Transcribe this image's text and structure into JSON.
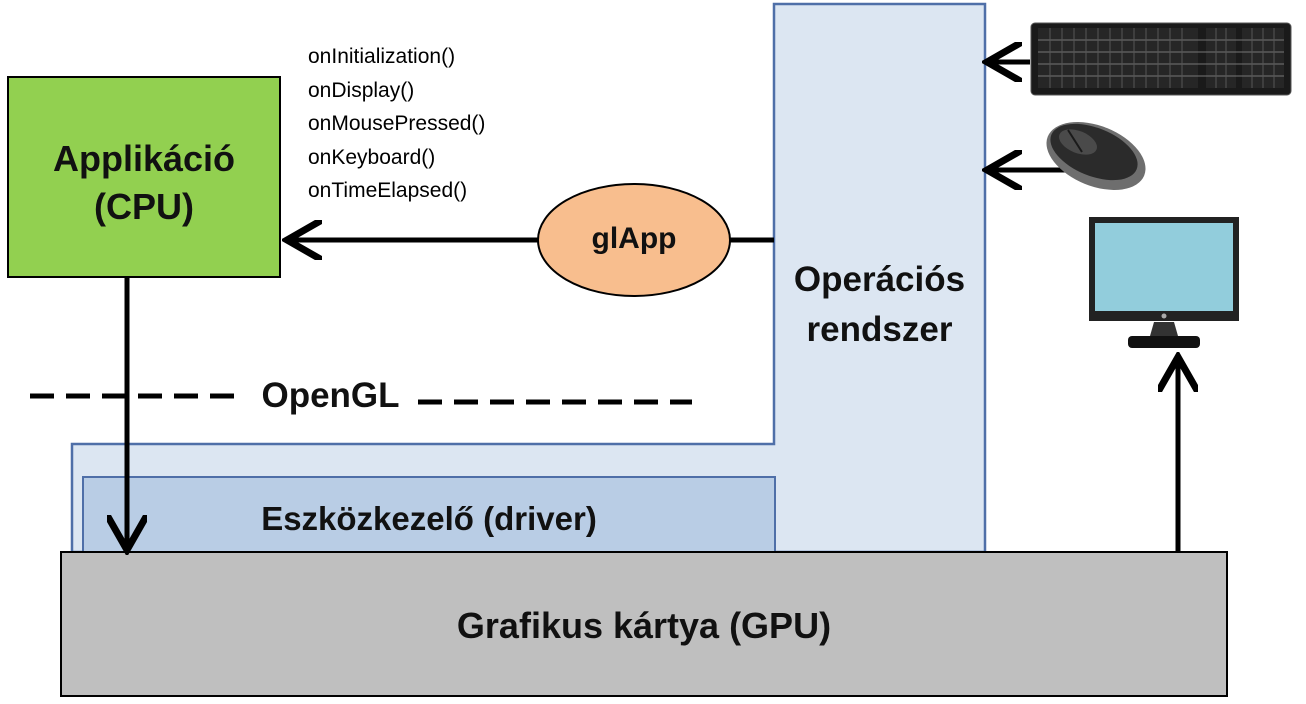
{
  "application": {
    "line1": "Applikáció",
    "line2": "(CPU)"
  },
  "callbacks": [
    "onInitialization()",
    "onDisplay()",
    "onMousePressed()",
    "onKeyboard()",
    "onTimeElapsed()"
  ],
  "glapp": {
    "label": "glApp"
  },
  "os": {
    "line1": "Operációs",
    "line2": "rendszer"
  },
  "opengl": {
    "label": "OpenGL"
  },
  "driver": {
    "label": "Eszközkezelő (driver)"
  },
  "gpu": {
    "label": "Grafikus kártya (GPU)"
  },
  "colors": {
    "application_fill": "#92d050",
    "os_fill": "#dce6f2",
    "driver_fill": "#b9cde5",
    "gpu_fill": "#bfbfbf",
    "glapp_fill": "#f8be8e",
    "border_blue": "#4f6fa8",
    "monitor_screen": "#92cddc"
  },
  "icons": [
    "keyboard-icon",
    "mouse-icon",
    "monitor-icon"
  ]
}
